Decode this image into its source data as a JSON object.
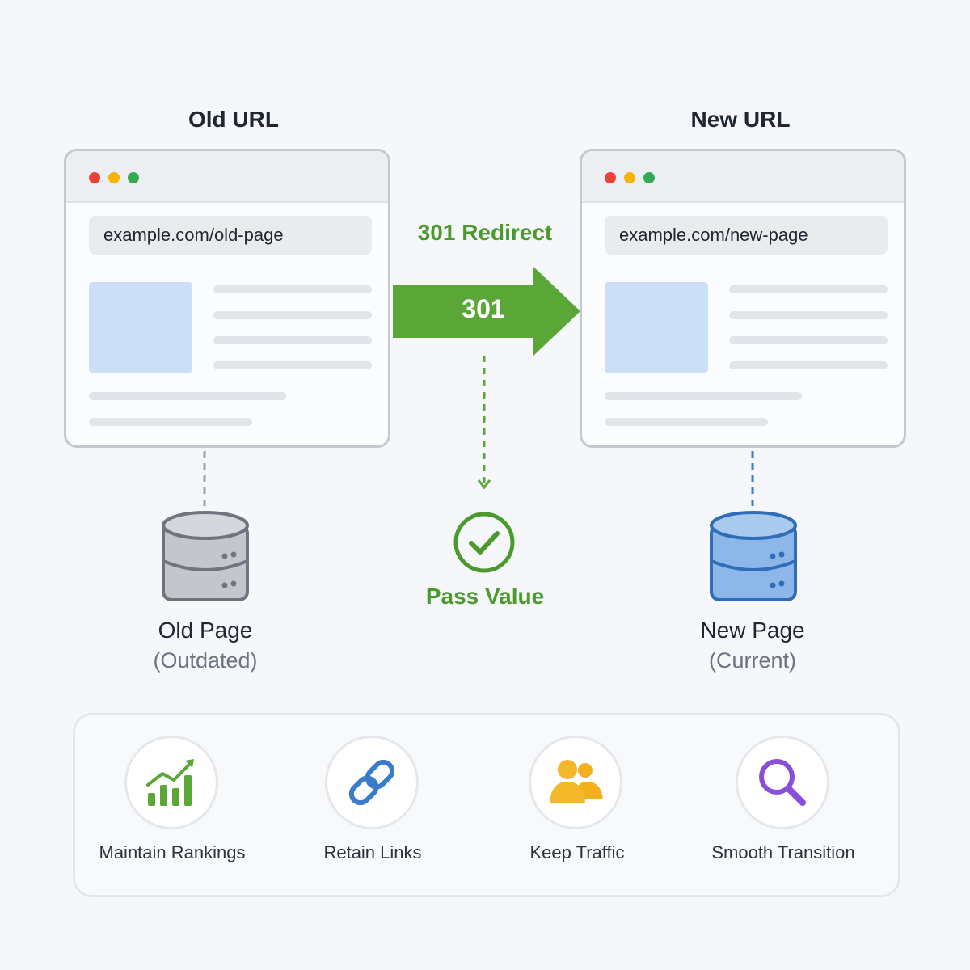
{
  "left": {
    "heading": "Old URL",
    "url": "example.com/old-page",
    "title": "Old Page",
    "subtitle": "(Outdated)"
  },
  "right": {
    "heading": "New URL",
    "url": "example.com/new-page",
    "title": "New Page",
    "subtitle": "(Current)"
  },
  "redirect": {
    "label": "301 Redirect",
    "arrow_text": "301",
    "pass_label": "Pass Value"
  },
  "benefits": [
    {
      "label": "Maintain Rankings",
      "icon": "rising-bar-chart-icon"
    },
    {
      "label": "Retain Links",
      "icon": "chain-link-icon"
    },
    {
      "label": "Keep Traffic",
      "icon": "users-icon"
    },
    {
      "label": "Smooth Transition",
      "icon": "search-icon"
    }
  ],
  "colors": {
    "green": "#4a9a2c",
    "blue": "#3a7cc9",
    "gray": "#9aa1aa",
    "purple": "#8a4fd8",
    "orange": "#f2b01e"
  }
}
